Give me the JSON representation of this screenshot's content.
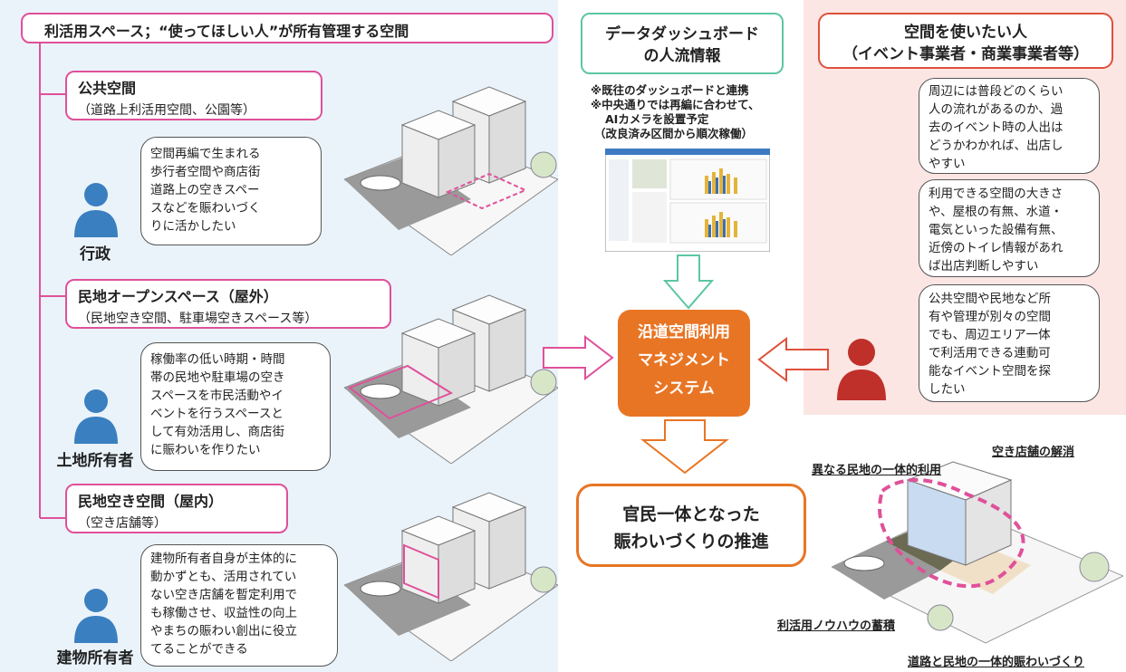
{
  "left": {
    "header": "利活用スペース；“使ってほしい人”が所有管理する空間",
    "categories": [
      {
        "title": "公共空間",
        "subtitle": "（道路上利活用空間、公園等）",
        "bubble": [
          "空間再編で生まれる",
          "歩行者空間や商店街",
          "道路上の空きスペー",
          "スなどを賑わいづく",
          "りに活かしたい"
        ],
        "person": "行政"
      },
      {
        "title": "民地オープンスペース（屋外）",
        "subtitle": "（民地空き空間、駐車場空きスペース等）",
        "bubble": [
          "稼働率の低い時期・時間",
          "帯の民地や駐車場の空き",
          "スペースを市民活動やイ",
          "ベントを行うスペースと",
          "して有効活用し、商店街",
          "に賑わいを作りたい"
        ],
        "person": "土地所有者"
      },
      {
        "title": "民地空き空間（屋内）",
        "subtitle": "（空き店舗等）",
        "bubble": [
          "建物所有者自身が主体的に",
          "動かずとも、活用されてい",
          "ない空き店舗を暫定利用で",
          "も稼働させ、収益性の向上",
          "やまちの賑わい創出に役立",
          "てることができる"
        ],
        "person": "建物所有者"
      }
    ]
  },
  "dashboard": {
    "title": [
      "データダッシュボード",
      "の人流情報"
    ],
    "notes": [
      "※既往のダッシュボードと連携",
      "※中央通りでは再編に合わせて、",
      "AIカメラを設置予定",
      "（改良済み区間から順次稼働）"
    ]
  },
  "center": {
    "system": [
      "沿道空間利用",
      "マネジメント",
      "システム"
    ]
  },
  "result": {
    "lines": [
      "官民一体となった",
      "賑わいづくりの推進"
    ]
  },
  "right": {
    "header": [
      "空間を使いたい人",
      "（イベント事業者・商業事業者等）"
    ],
    "bubbles": [
      [
        "周辺には普段どのくらい",
        "人の流れがあるのか、過",
        "去のイベント時の人出は",
        "どうかわかれば、出店し",
        "やすい"
      ],
      [
        "利用できる空間の大きさ",
        "や、屋根の有無、水道・",
        "電気といった設備有無、",
        "近傍のトイレ情報があれ",
        "ば出店判断しやすい"
      ],
      [
        "公共空間や民地など所",
        "有や管理が別々の空間",
        "でも、周辺エリア一体",
        "で利活用できる連動可",
        "能なイベント空間を探",
        "したい"
      ]
    ]
  },
  "illustration_labels": {
    "vacant": "空き店舗の解消",
    "different": "異なる民地の一体的利用",
    "knowhow": "利活用ノウハウの蓄積",
    "road": "道路と民地の一体的賑わいづくり"
  },
  "colors": {
    "pink": "#e0509a",
    "green": "#5cc6a4",
    "orange": "#e87524",
    "red": "#e0503a",
    "person_blue": "#3a7fc0",
    "person_red": "#c0302a"
  }
}
